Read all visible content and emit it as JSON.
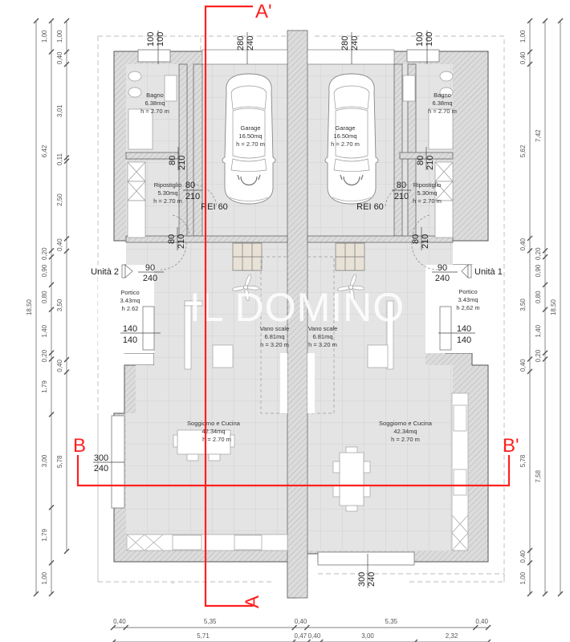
{
  "drawing": {
    "title": "Floor plan - two semi-detached units",
    "watermark": "IL DOMINO",
    "colors": {
      "wall_fill": "#d9d9d9",
      "wall_hatch": "#9a9a9a",
      "floor": "#e4e4e4",
      "tile_grid": "#cfcfcf",
      "section_line": "#ff2020",
      "stair_tread": "#e8e1d6"
    },
    "units": [
      {
        "label": "Unità 2",
        "side": "left"
      },
      {
        "label": "Unità 1",
        "side": "right"
      }
    ],
    "rooms": {
      "bagno_left": {
        "name": "Bagno",
        "area": "6.38mq",
        "height": "h = 2.70 m"
      },
      "bagno_right": {
        "name": "Bagno",
        "area": "6.38mq",
        "height": "h = 2.70 m"
      },
      "ripostiglio_left": {
        "name": "Ripostiglio",
        "area": "5.30mq",
        "height": "h = 2.70 m"
      },
      "ripostiglio_right": {
        "name": "Ripostiglio",
        "area": "5.30mq",
        "height": "h = 2.70 m"
      },
      "garage_left": {
        "name": "Garage",
        "area": "16.50mq",
        "height": "h = 2.70 m"
      },
      "garage_right": {
        "name": "Garage",
        "area": "16.50mq",
        "height": "h = 2.70 m"
      },
      "portico_left": {
        "name": "Portico",
        "area": "3.43mq",
        "height": "h 2.62"
      },
      "portico_right": {
        "name": "Portico",
        "area": "3.43mq",
        "height": "h 2,62 m"
      },
      "vano_left": {
        "name": "Vano scale",
        "area": "6.81mq",
        "height": "h = 3.20 m"
      },
      "vano_right": {
        "name": "Vano scale",
        "area": "6.81mq",
        "height": "h = 3.20 m"
      },
      "soggiorno_left": {
        "name": "Soggiorno e Cucina",
        "area": "42.34mq",
        "height": "h = 2.70 m"
      },
      "soggiorno_right": {
        "name": "Soggiorno e Cucina",
        "area": "42.34mq",
        "height": "h = 2.70 m"
      }
    },
    "openings": {
      "bagno_win_left": {
        "w": "100",
        "h": "100"
      },
      "bagno_win_right": {
        "w": "100",
        "h": "100"
      },
      "garage_door_left": {
        "w": "280",
        "h": "240"
      },
      "garage_door_right": {
        "w": "280",
        "h": "240"
      },
      "bagno_door_left": {
        "w": "80",
        "h": "210"
      },
      "bagno_door_right": {
        "w": "80",
        "h": "210"
      },
      "garage_int_door_left": {
        "w": "80",
        "h": "210",
        "rating": "REI 60"
      },
      "garage_int_door_right": {
        "w": "80",
        "h": "210",
        "rating": "REI 60"
      },
      "rip_door_left": {
        "w": "80",
        "h": "210"
      },
      "rip_door_right": {
        "w": "80",
        "h": "210"
      },
      "entry_left": {
        "w": "90",
        "h": "240"
      },
      "entry_right": {
        "w": "90",
        "h": "240"
      },
      "portico_win_left": {
        "w": "140",
        "h": "140"
      },
      "portico_win_right": {
        "w": "140",
        "h": "140"
      },
      "living_win_left": {
        "w": "300",
        "h": "240"
      },
      "living_win_right": {
        "w": "300",
        "h": "240"
      }
    },
    "sections": {
      "a_top": "A'",
      "a_bottom": "A",
      "b_left": "B",
      "b_right": "B'"
    },
    "dimensions": {
      "left_outer": [
        "18,50"
      ],
      "left_middle": [
        "1,00",
        "6,42",
        "0,20",
        "0,90",
        "0,80",
        "1,40",
        "0,20",
        "1,79",
        "3,00",
        "1,79",
        "1,00"
      ],
      "left_inner": [
        "1,00",
        "0,40",
        "3,01",
        "0,11",
        "2,50",
        "0,40",
        "3,50",
        "0,40",
        "5,78"
      ],
      "right_inner": [
        "1,00",
        "0,40",
        "5,62",
        "0,40",
        "3,50",
        "0,40",
        "5,78",
        "0,40",
        "1,00"
      ],
      "right_middle": [
        "7,42",
        "0,20",
        "0,90",
        "0,80",
        "1,40",
        "0,20",
        "7,58"
      ],
      "right_outer": [
        "18,50"
      ],
      "bottom_row1": [
        "0,40",
        "5,35",
        "0,40",
        "5,35",
        "0,40"
      ],
      "bottom_row2": [
        "5,71",
        "0,47",
        "0,40",
        "3,00",
        "2,32"
      ]
    }
  }
}
